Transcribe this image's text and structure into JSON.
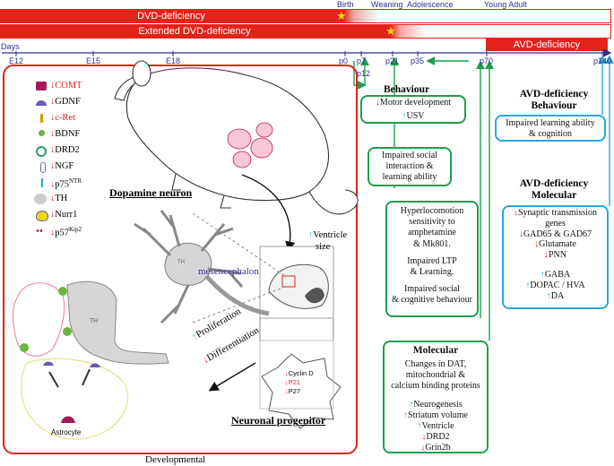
{
  "timeline": {
    "stages": {
      "birth": "Birth",
      "weaning": "Weaning",
      "adolescence": "Adolescence",
      "young_adult": "Young Adult"
    },
    "bars": {
      "dvd": "DVD-deficiency",
      "extended": "Extended DVD-deficiency",
      "avd": "AVD-deficiency"
    },
    "days_label": "Days",
    "ticks": {
      "e12": "E12",
      "e15": "E15",
      "e18": "E18",
      "p0": "p0",
      "p7": "p7",
      "p12": "p12",
      "p21": "p21",
      "p35": "p35",
      "p70": "p70",
      "p140": "p140"
    }
  },
  "developmental": {
    "caption": "Developmental",
    "genes": [
      {
        "arrow": "↓",
        "name": "COMT",
        "sup": "",
        "color": "red"
      },
      {
        "arrow": "↓",
        "name": "GDNF",
        "sup": "",
        "color": "black"
      },
      {
        "arrow": "↓",
        "name": "c-Ret",
        "sup": "",
        "color": "red"
      },
      {
        "arrow": "↓",
        "name": "BDNF",
        "sup": "",
        "color": "black"
      },
      {
        "arrow": "↓",
        "name": "DRD2",
        "sup": "",
        "color": "black"
      },
      {
        "arrow": "↓",
        "name": "NGF",
        "sup": "",
        "color": "black"
      },
      {
        "arrow": "↓",
        "name": "p75",
        "sup": "NTR",
        "color": "black"
      },
      {
        "arrow": "↓",
        "name": "TH",
        "sup": "",
        "color": "black"
      },
      {
        "arrow": "↓",
        "name": "Nurr1",
        "sup": "",
        "color": "black"
      },
      {
        "arrow": "↓",
        "name": "p57",
        "sup": "Kip2",
        "color": "black"
      }
    ],
    "dopamine_neuron": "Dopamine neuron",
    "th": "TH",
    "mesencephalon": "mesencephalon",
    "ventricle_arrow": "↑",
    "ventricle": "Ventricle",
    "size": "size",
    "proliferation_arrow": "↑",
    "proliferation": "Proliferation",
    "differentiation_arrow": "↓",
    "differentiation": "Differentiation",
    "astrocyte": "Astrocyte",
    "neuronal_progenitor": "Neuronal progenitor",
    "cell_cycle": [
      {
        "arrow": "↓",
        "name": "Cyclin D",
        "color": "black"
      },
      {
        "arrow": "↓",
        "name": "P21",
        "color": "red"
      },
      {
        "arrow": "↓",
        "name": "P27",
        "color": "black"
      }
    ]
  },
  "behaviour": {
    "title": "Behaviour",
    "box1": {
      "motor_arrow": "↓",
      "motor": "Motor development",
      "usv_arrow": "↑",
      "usv": "USV"
    },
    "box2": [
      "Impaired social",
      "interaction &",
      "learning ability"
    ],
    "box3": {
      "p1": [
        "Hyperlocomotion",
        "sensitivity to",
        "amphetamine",
        "& Mk801."
      ],
      "p2": [
        "Impaired LTP",
        "& Learning."
      ],
      "p3": [
        "Impaired social",
        "& cognitive behaviour"
      ]
    }
  },
  "molecular": {
    "title": "Molecular",
    "intro": [
      "Changes in DAT,",
      "mitochondrial &",
      "calcium binding proteins"
    ],
    "items": [
      {
        "arrow": "↑",
        "text": "Neurogenesis",
        "dir": "up"
      },
      {
        "arrow": "↑",
        "text": "Striatum volume",
        "dir": "up"
      },
      {
        "arrow": "↑",
        "text": "Ventricle",
        "dir": "up"
      },
      {
        "arrow": "↓",
        "text": "DRD2",
        "dir": "dn"
      },
      {
        "arrow": "↓",
        "text": "Grin2b",
        "dir": "dn"
      }
    ]
  },
  "avd_behaviour": {
    "title_1": "AVD-deficiency",
    "title_2": "Behaviour",
    "box": [
      "Impaired learning ability",
      "& cognition"
    ]
  },
  "avd_molecular": {
    "title_1": "AVD-deficiency",
    "title_2": "Molecular",
    "items": [
      {
        "arrow": "↓",
        "text": "Synaptic transmission",
        "dir": "dn"
      },
      {
        "arrow": "",
        "text": "genes",
        "dir": "dn"
      },
      {
        "arrow": "↓",
        "text": "GAD65 & GAD67",
        "dir": "dn"
      },
      {
        "arrow": "↓",
        "text": "Glutamate",
        "dir": "dn"
      },
      {
        "arrow": "↓",
        "text": "PNN",
        "dir": "dn"
      },
      {
        "arrow": "↑",
        "text": "GABA",
        "dir": "up"
      },
      {
        "arrow": "↑",
        "text": "DOPAC / HVA",
        "dir": "up"
      },
      {
        "arrow": "↑",
        "text": "DA",
        "dir": "up"
      }
    ]
  },
  "colors": {
    "red": "#e2231a",
    "green": "#1e9e4e",
    "blue": "#2aa7df",
    "navy": "#2e3192"
  }
}
